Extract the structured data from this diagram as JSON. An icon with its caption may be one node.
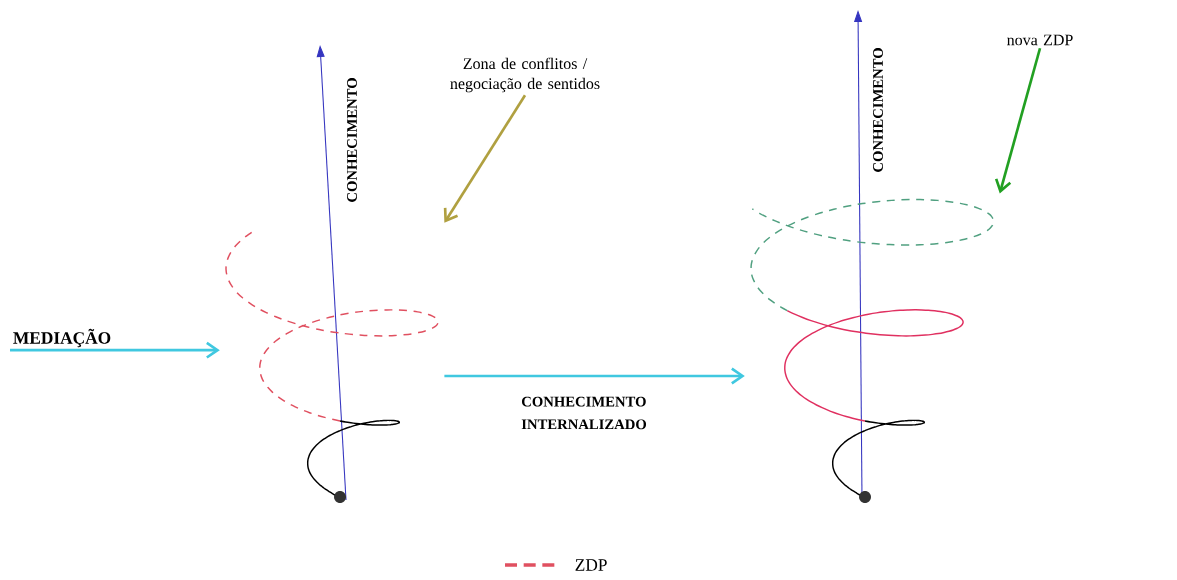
{
  "diagram": {
    "nodes": [
      {
        "text": [
          "Zona de conflitos / negociação de sentidos"
        ]
      },
      {
        "text": [],
        "shape": "picture"
      },
      {
        "text": [
          "MEDIAÇÃO"
        ]
      },
      {
        "text": [],
        "shape": "picture"
      },
      {
        "text": [
          "nova ZDP"
        ]
      }
    ],
    "edges": [
      {
        "from": 2,
        "to": 1,
        "arrow": "to"
      },
      {
        "from": 0,
        "to": 1,
        "arrow": "to",
        "color": "#b0a040"
      },
      {
        "from": 1,
        "to": 3,
        "arrow": "to",
        "label": "CONHECIMENTO INTERNALIZADO"
      },
      {
        "from": 4,
        "to": 3,
        "arrow": "to",
        "color": "#22a022"
      }
    ],
    "labels": [
      "CONHECIMENTO",
      "CONHECIMENTO"
    ],
    "legend": [
      {
        "text": "ZDP"
      }
    ]
  }
}
